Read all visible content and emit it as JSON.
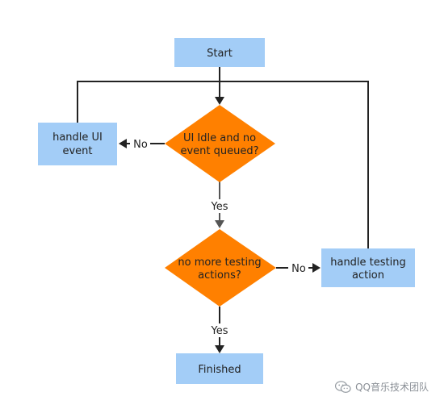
{
  "nodes": {
    "start": {
      "label": "Start"
    },
    "ui_idle_check": {
      "line1": "UI Idle and no",
      "line2": "event queued?"
    },
    "handle_ui_event": {
      "line1": "handle UI",
      "line2": "event"
    },
    "no_more_actions_check": {
      "line1": "no more testing",
      "line2": "actions?"
    },
    "handle_testing_action": {
      "line1": "handle testing",
      "line2": "action"
    },
    "finished": {
      "label": "Finished"
    }
  },
  "edges": {
    "ui_idle_no": "No",
    "ui_idle_yes": "Yes",
    "no_more_no": "No",
    "no_more_yes": "Yes"
  },
  "colors": {
    "process_box": "#a3cdf7",
    "decision": "#ff8000",
    "connector": "#222222"
  },
  "watermark": {
    "text": "QQ音乐技术团队",
    "icon": "wechat-icon"
  }
}
